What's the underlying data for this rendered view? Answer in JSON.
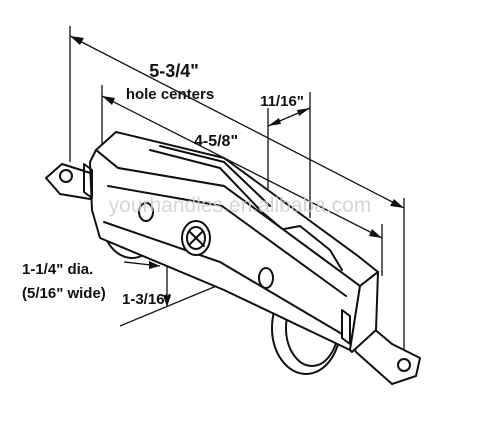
{
  "dimensions": {
    "overall": "5-3/4\"",
    "overall_note": "hole centers",
    "inner": "4-5/8\"",
    "offset": "11/16\"",
    "wheel_dia": "1-1/4\" dia.",
    "wheel_width": "(5/16\" wide)",
    "height": "1-3/16\""
  },
  "watermark": "yourhandles.en.alibaba.com"
}
